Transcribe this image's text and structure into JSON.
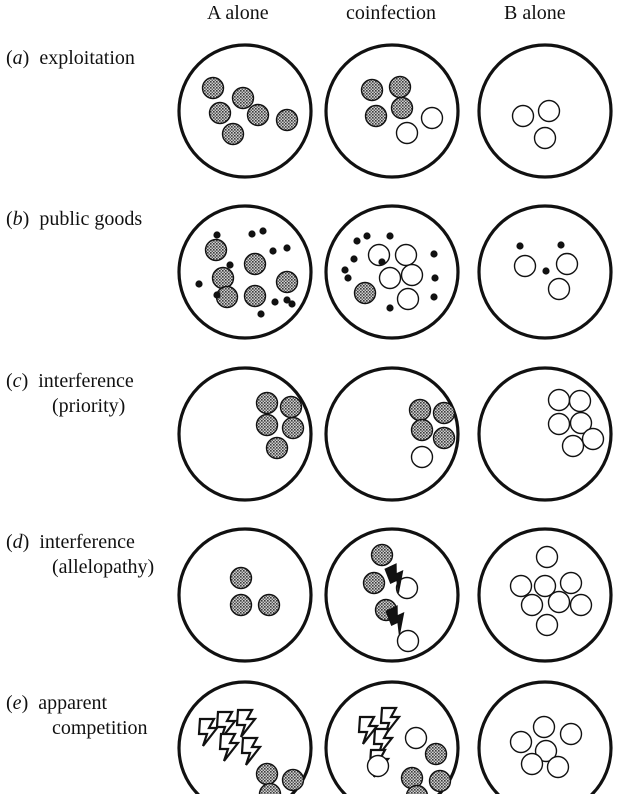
{
  "columns": [
    "A alone",
    "coinfection",
    "B alone"
  ],
  "rows": [
    {
      "letter": "a",
      "line1": "exploitation",
      "line2": ""
    },
    {
      "letter": "b",
      "line1": "public goods",
      "line2": ""
    },
    {
      "letter": "c",
      "line1": "interference",
      "line2": "(priority)"
    },
    {
      "letter": "d",
      "line1": "interference",
      "line2": "(allelopathy)"
    },
    {
      "letter": "e",
      "line1": "apparent",
      "line2": "competition"
    }
  ],
  "legend_elements": {
    "strain_A": "hatched grey circle",
    "strain_B": "open white circle",
    "public_good": "small black dot",
    "toxin_or_immune_attack": "lightning bolt"
  },
  "colors": {
    "ink": "#111111",
    "strain_A_fill": "#9a9a9a",
    "strain_B_fill": "#ffffff",
    "background": "#ffffff"
  }
}
